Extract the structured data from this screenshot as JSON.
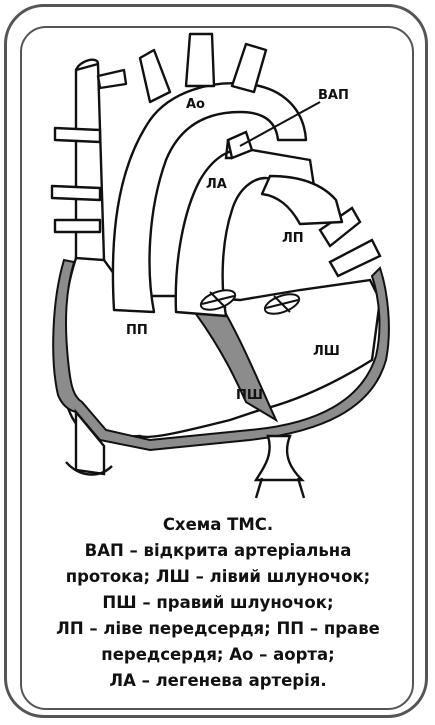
{
  "diagram": {
    "labels": {
      "ao": "Ао",
      "vap": "ВАП",
      "la": "ЛА",
      "lp": "ЛП",
      "pp": "ПП",
      "lsh": "ЛШ",
      "psh": "ПШ"
    }
  },
  "caption": {
    "title": "Схема ТМС.",
    "lines": [
      "ВАП – відкрита артеріальна",
      "протока; ЛШ – лівий шлуночок;",
      "ПШ – правий шлуночок;",
      "ЛП – ліве передсердя; ПП – праве",
      "передсердя; Ао – аорта;",
      "ЛА – легенева артерія."
    ]
  },
  "colors": {
    "frame": "#555555",
    "wall_fill": "#8c8c8c",
    "outline": "#111111"
  }
}
